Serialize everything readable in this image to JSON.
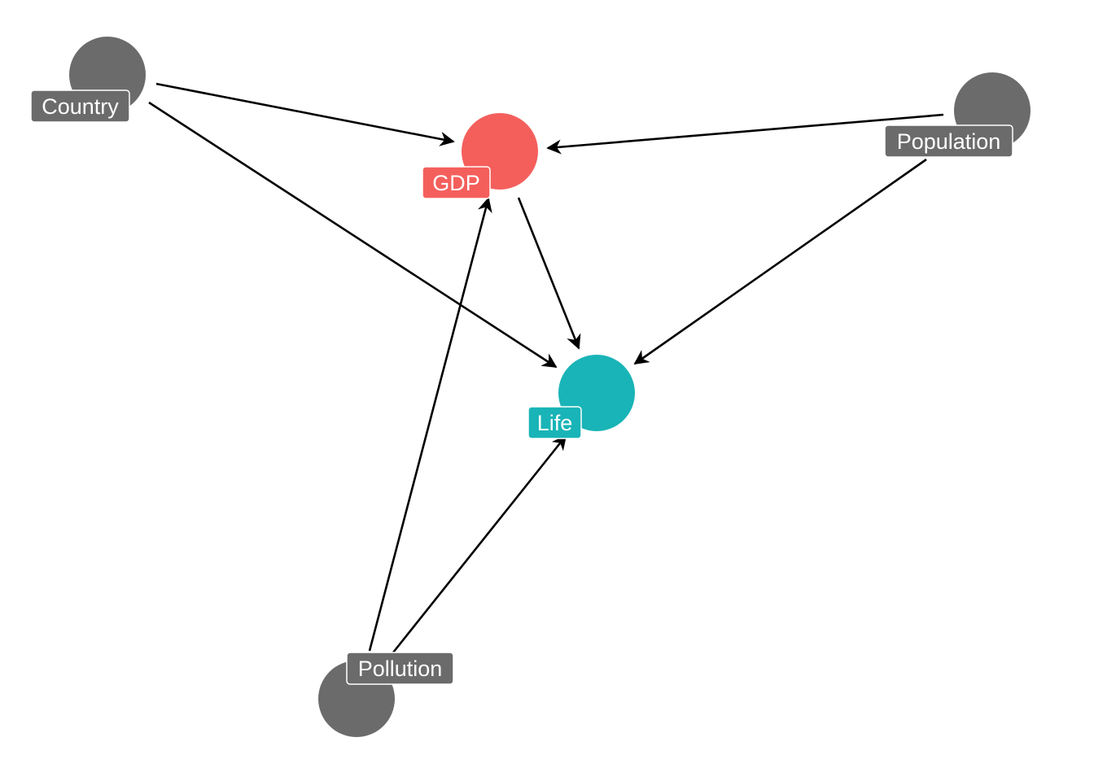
{
  "diagram": {
    "type": "dag",
    "nodes": [
      {
        "id": "Country",
        "label": "Country",
        "color": "#6b6b6b",
        "role": "other"
      },
      {
        "id": "GDP",
        "label": "GDP",
        "color": "#f45f5c",
        "role": "exposure"
      },
      {
        "id": "Population",
        "label": "Population",
        "color": "#6b6b6b",
        "role": "other"
      },
      {
        "id": "Life",
        "label": "Life",
        "color": "#19b4b7",
        "role": "outcome"
      },
      {
        "id": "Pollution",
        "label": "Pollution",
        "color": "#6b6b6b",
        "role": "other"
      }
    ],
    "edges": [
      {
        "from": "Country",
        "to": "GDP"
      },
      {
        "from": "Country",
        "to": "Life"
      },
      {
        "from": "Population",
        "to": "GDP"
      },
      {
        "from": "Population",
        "to": "Life"
      },
      {
        "from": "GDP",
        "to": "Life"
      },
      {
        "from": "Pollution",
        "to": "GDP"
      },
      {
        "from": "Pollution",
        "to": "Life"
      }
    ]
  }
}
